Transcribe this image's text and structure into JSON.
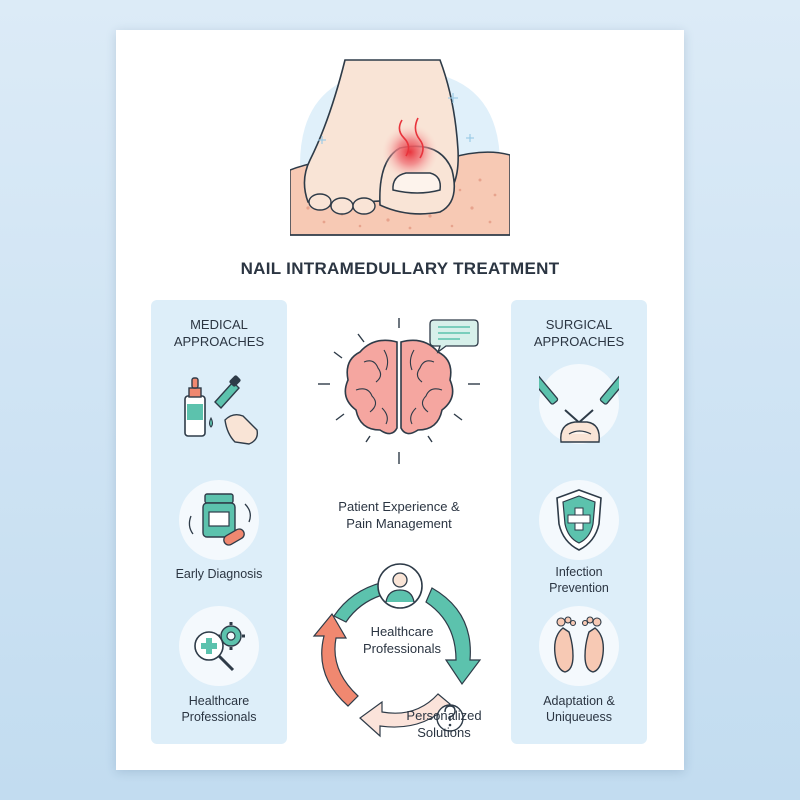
{
  "title": "NAIL INTRAMEDULLARY TREATMENT",
  "left_column": {
    "heading_line1": "MEDICAL",
    "heading_line2": "APPROACHES",
    "items": [
      {
        "icon": "dropper-bottle-icon"
      },
      {
        "icon": "pill-bottle-cycle-icon",
        "label_line1": "Early Diagnosis"
      },
      {
        "icon": "magnifier-gear-icon",
        "label_line1": "Healthcare",
        "label_line2": "Professionals"
      }
    ]
  },
  "right_column": {
    "heading_line1": "SURGICAL",
    "heading_line2": "APPROACHES",
    "items": [
      {
        "icon": "scalpel-toe-icon"
      },
      {
        "icon": "shield-cross-icon",
        "label_line1": "Infection",
        "label_line2": "Prevention"
      },
      {
        "icon": "feet-icon",
        "label_line1": "Adaptation &",
        "label_line2": "Uniqueuess"
      }
    ]
  },
  "center": {
    "brain_caption_line1": "Patient Experience &",
    "brain_caption_line2": "Pain Management",
    "cycle_center_line1": "Healthcare",
    "cycle_center_line2": "Professionals",
    "cycle_bottom_line1": "Personalized",
    "cycle_bottom_line2": "Solutions"
  },
  "colors": {
    "teal": "#5cc2ad",
    "coral": "#f08870",
    "panel": "#ddeef9",
    "outline": "#2e3b48",
    "inflammation": "#e8343c"
  }
}
